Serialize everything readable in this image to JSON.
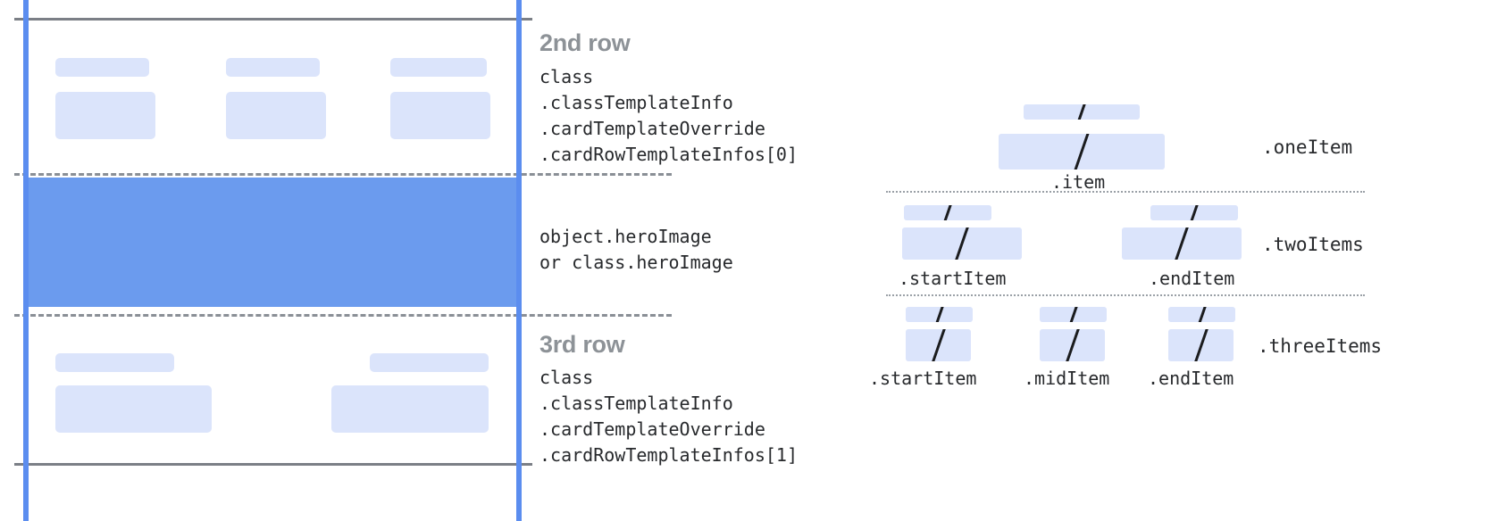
{
  "diagram": {
    "title": "card row template and item layout reference",
    "colors": {
      "guide_blue": "#5b8def",
      "hero_blue": "#6b9bee",
      "placeholder_blue": "#dbe4fb",
      "rule_gray": "#7b7f86",
      "dash_gray": "#8a8f96",
      "heading_gray": "#8d9297",
      "text_dark": "#27292c"
    }
  },
  "card": {
    "rows": [
      {
        "id": "second-row",
        "heading": "2nd row",
        "code_lines": [
          "class",
          ".classTemplateInfo",
          ".cardTemplateOverride",
          ".cardRowTemplateInfos[0]"
        ],
        "columns": 3
      },
      {
        "id": "hero",
        "heading": "",
        "code_lines": [
          "object.heroImage",
          "or class.heroImage"
        ],
        "columns": 0
      },
      {
        "id": "third-row",
        "heading": "3rd row",
        "code_lines": [
          "class",
          ".classTemplateInfo",
          ".cardTemplateOverride",
          ".cardRowTemplateInfos[1]"
        ],
        "columns": 2
      }
    ]
  },
  "items": {
    "groups": [
      {
        "id": "one-item",
        "group_label": ".oneItem",
        "slots": [
          {
            "label": ".item"
          }
        ]
      },
      {
        "id": "two-items",
        "group_label": ".twoItems",
        "slots": [
          {
            "label": ".startItem"
          },
          {
            "label": ".endItem"
          }
        ]
      },
      {
        "id": "three-items",
        "group_label": ".threeItems",
        "slots": [
          {
            "label": ".startItem"
          },
          {
            "label": ".midItem"
          },
          {
            "label": ".endItem"
          }
        ]
      }
    ],
    "slash_glyph": "/"
  }
}
